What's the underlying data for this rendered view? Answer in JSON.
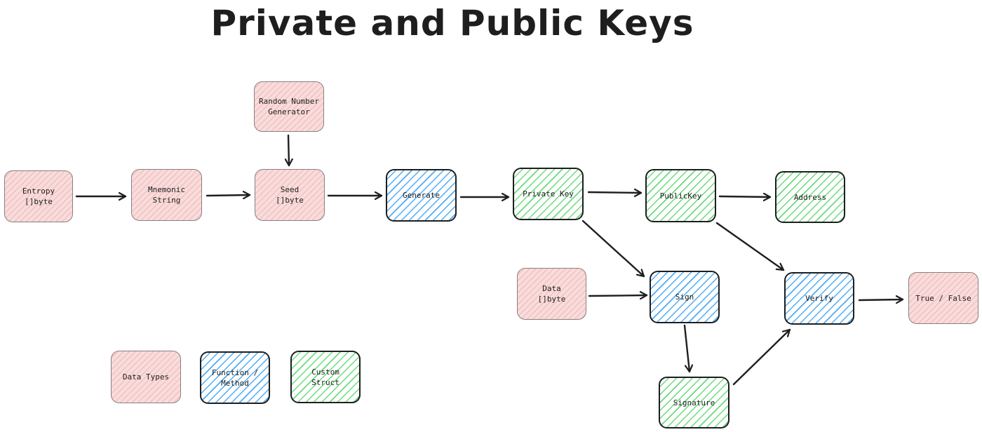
{
  "title": "Private and Public Keys",
  "colors": {
    "data_fill": "#f8dcdc",
    "data_hatch": "#e03131",
    "function_hatch": "#4dabf7",
    "struct_hatch": "#69db7c",
    "stroke": "#1e1e1e"
  },
  "nodes": {
    "rng": "Random Number\nGenerator",
    "entropy": "Entropy\n[]byte",
    "mnemonic": "Mnemonic\nString",
    "seed": "Seed\n[]byte",
    "generate": "Generate",
    "private_key": "Private Key",
    "public_key": "PublicKey",
    "address": "Address",
    "data": "Data\n[]byte",
    "sign": "Sign",
    "verify": "Verify",
    "true_false": "True / False",
    "signature": "Signature"
  },
  "legend": {
    "data_types": "Data Types",
    "function_method": "Function /\nMethod",
    "custom_struct": "Custom\nStruct"
  },
  "edges": [
    {
      "from": "rng",
      "to": "seed"
    },
    {
      "from": "entropy",
      "to": "mnemonic"
    },
    {
      "from": "mnemonic",
      "to": "seed"
    },
    {
      "from": "seed",
      "to": "generate"
    },
    {
      "from": "generate",
      "to": "private_key"
    },
    {
      "from": "private_key",
      "to": "public_key"
    },
    {
      "from": "public_key",
      "to": "address"
    },
    {
      "from": "private_key",
      "to": "sign"
    },
    {
      "from": "public_key",
      "to": "verify"
    },
    {
      "from": "data",
      "to": "sign"
    },
    {
      "from": "sign",
      "to": "signature"
    },
    {
      "from": "signature",
      "to": "verify"
    },
    {
      "from": "verify",
      "to": "true_false"
    }
  ]
}
